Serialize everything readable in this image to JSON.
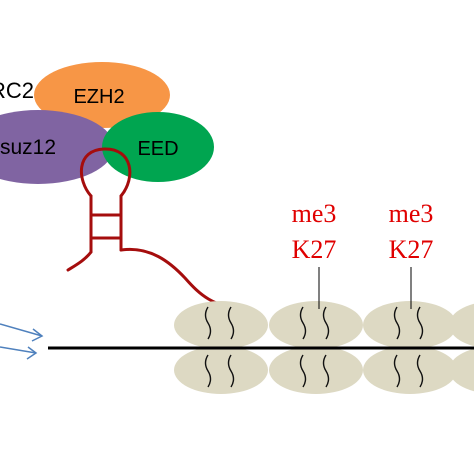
{
  "complex": {
    "partial_label": "RC2",
    "ezh2": "EZH2",
    "suz12": "suz12",
    "eed": "EED"
  },
  "marks": [
    {
      "mod": "me3",
      "residue": "K27"
    },
    {
      "mod": "me3",
      "residue": "K27"
    }
  ],
  "colors": {
    "ezh2": "#F79646",
    "suz12": "#8064A2",
    "eed": "#00A550",
    "rna": "#A50D0D",
    "nucleosome": "#DDD9C3",
    "mark_text": "#E00000",
    "dna": "#000000",
    "arrow": "#4F81BD"
  }
}
